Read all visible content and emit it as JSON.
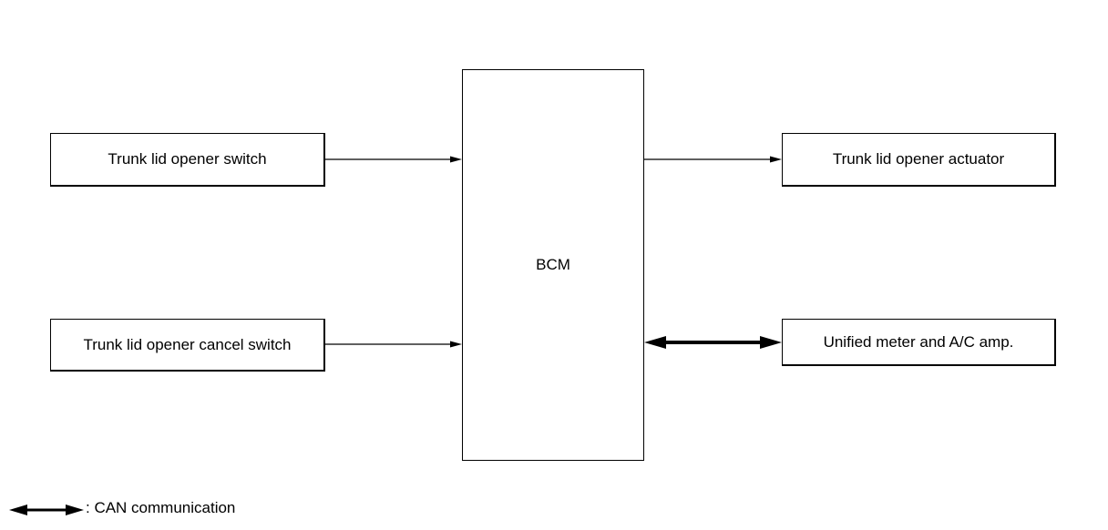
{
  "blocks": {
    "trunk_lid_opener_switch": "Trunk lid opener switch",
    "trunk_lid_opener_cancel_switch": "Trunk lid opener cancel switch",
    "bcm": "BCM",
    "trunk_lid_opener_actuator": "Trunk lid opener actuator",
    "unified_meter_ac_amp": "Unified meter and A/C amp."
  },
  "legend": {
    "can_label": ": CAN communication"
  },
  "colors": {
    "line": "#000000",
    "background": "#ffffff"
  }
}
